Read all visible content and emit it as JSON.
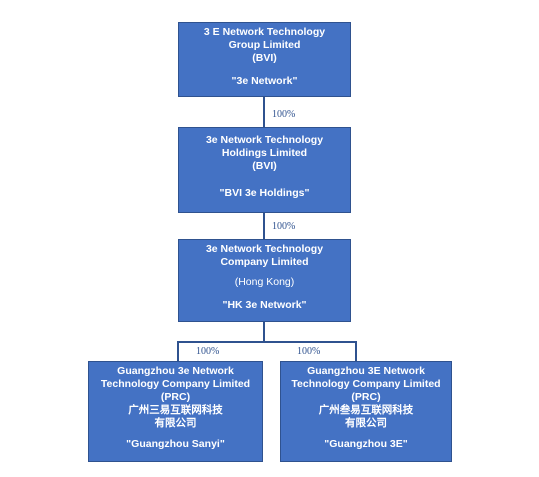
{
  "boxes": {
    "group": {
      "lines": [
        "3 E Network Technology",
        "Group Limited",
        "(BVI)"
      ],
      "short": "\"3e Network\""
    },
    "holdings": {
      "lines": [
        "3e Network Technology",
        "Holdings Limited",
        "(BVI)"
      ],
      "short": "\"BVI 3e Holdings\""
    },
    "hk": {
      "lines": [
        "3e Network Technology",
        "Company Limited"
      ],
      "jurisdiction": "(Hong Kong)",
      "short": "\"HK 3e Network\""
    },
    "sanyi": {
      "lines": [
        "Guangzhou 3e Network",
        "Technology Company Limited",
        "(PRC)",
        "广州三易互联网科技",
        "有限公司"
      ],
      "short": "\"Guangzhou Sanyi\""
    },
    "gz3e": {
      "lines": [
        "Guangzhou 3E Network",
        "Technology Company Limited",
        "(PRC)",
        "广州叁易互联网科技",
        "有限公司"
      ],
      "short": "\"Guangzhou 3E\""
    }
  },
  "ownership": {
    "group_to_holdings": "100%",
    "holdings_to_hk": "100%",
    "hk_to_sanyi": "100%",
    "hk_to_gz3e": "100%"
  }
}
